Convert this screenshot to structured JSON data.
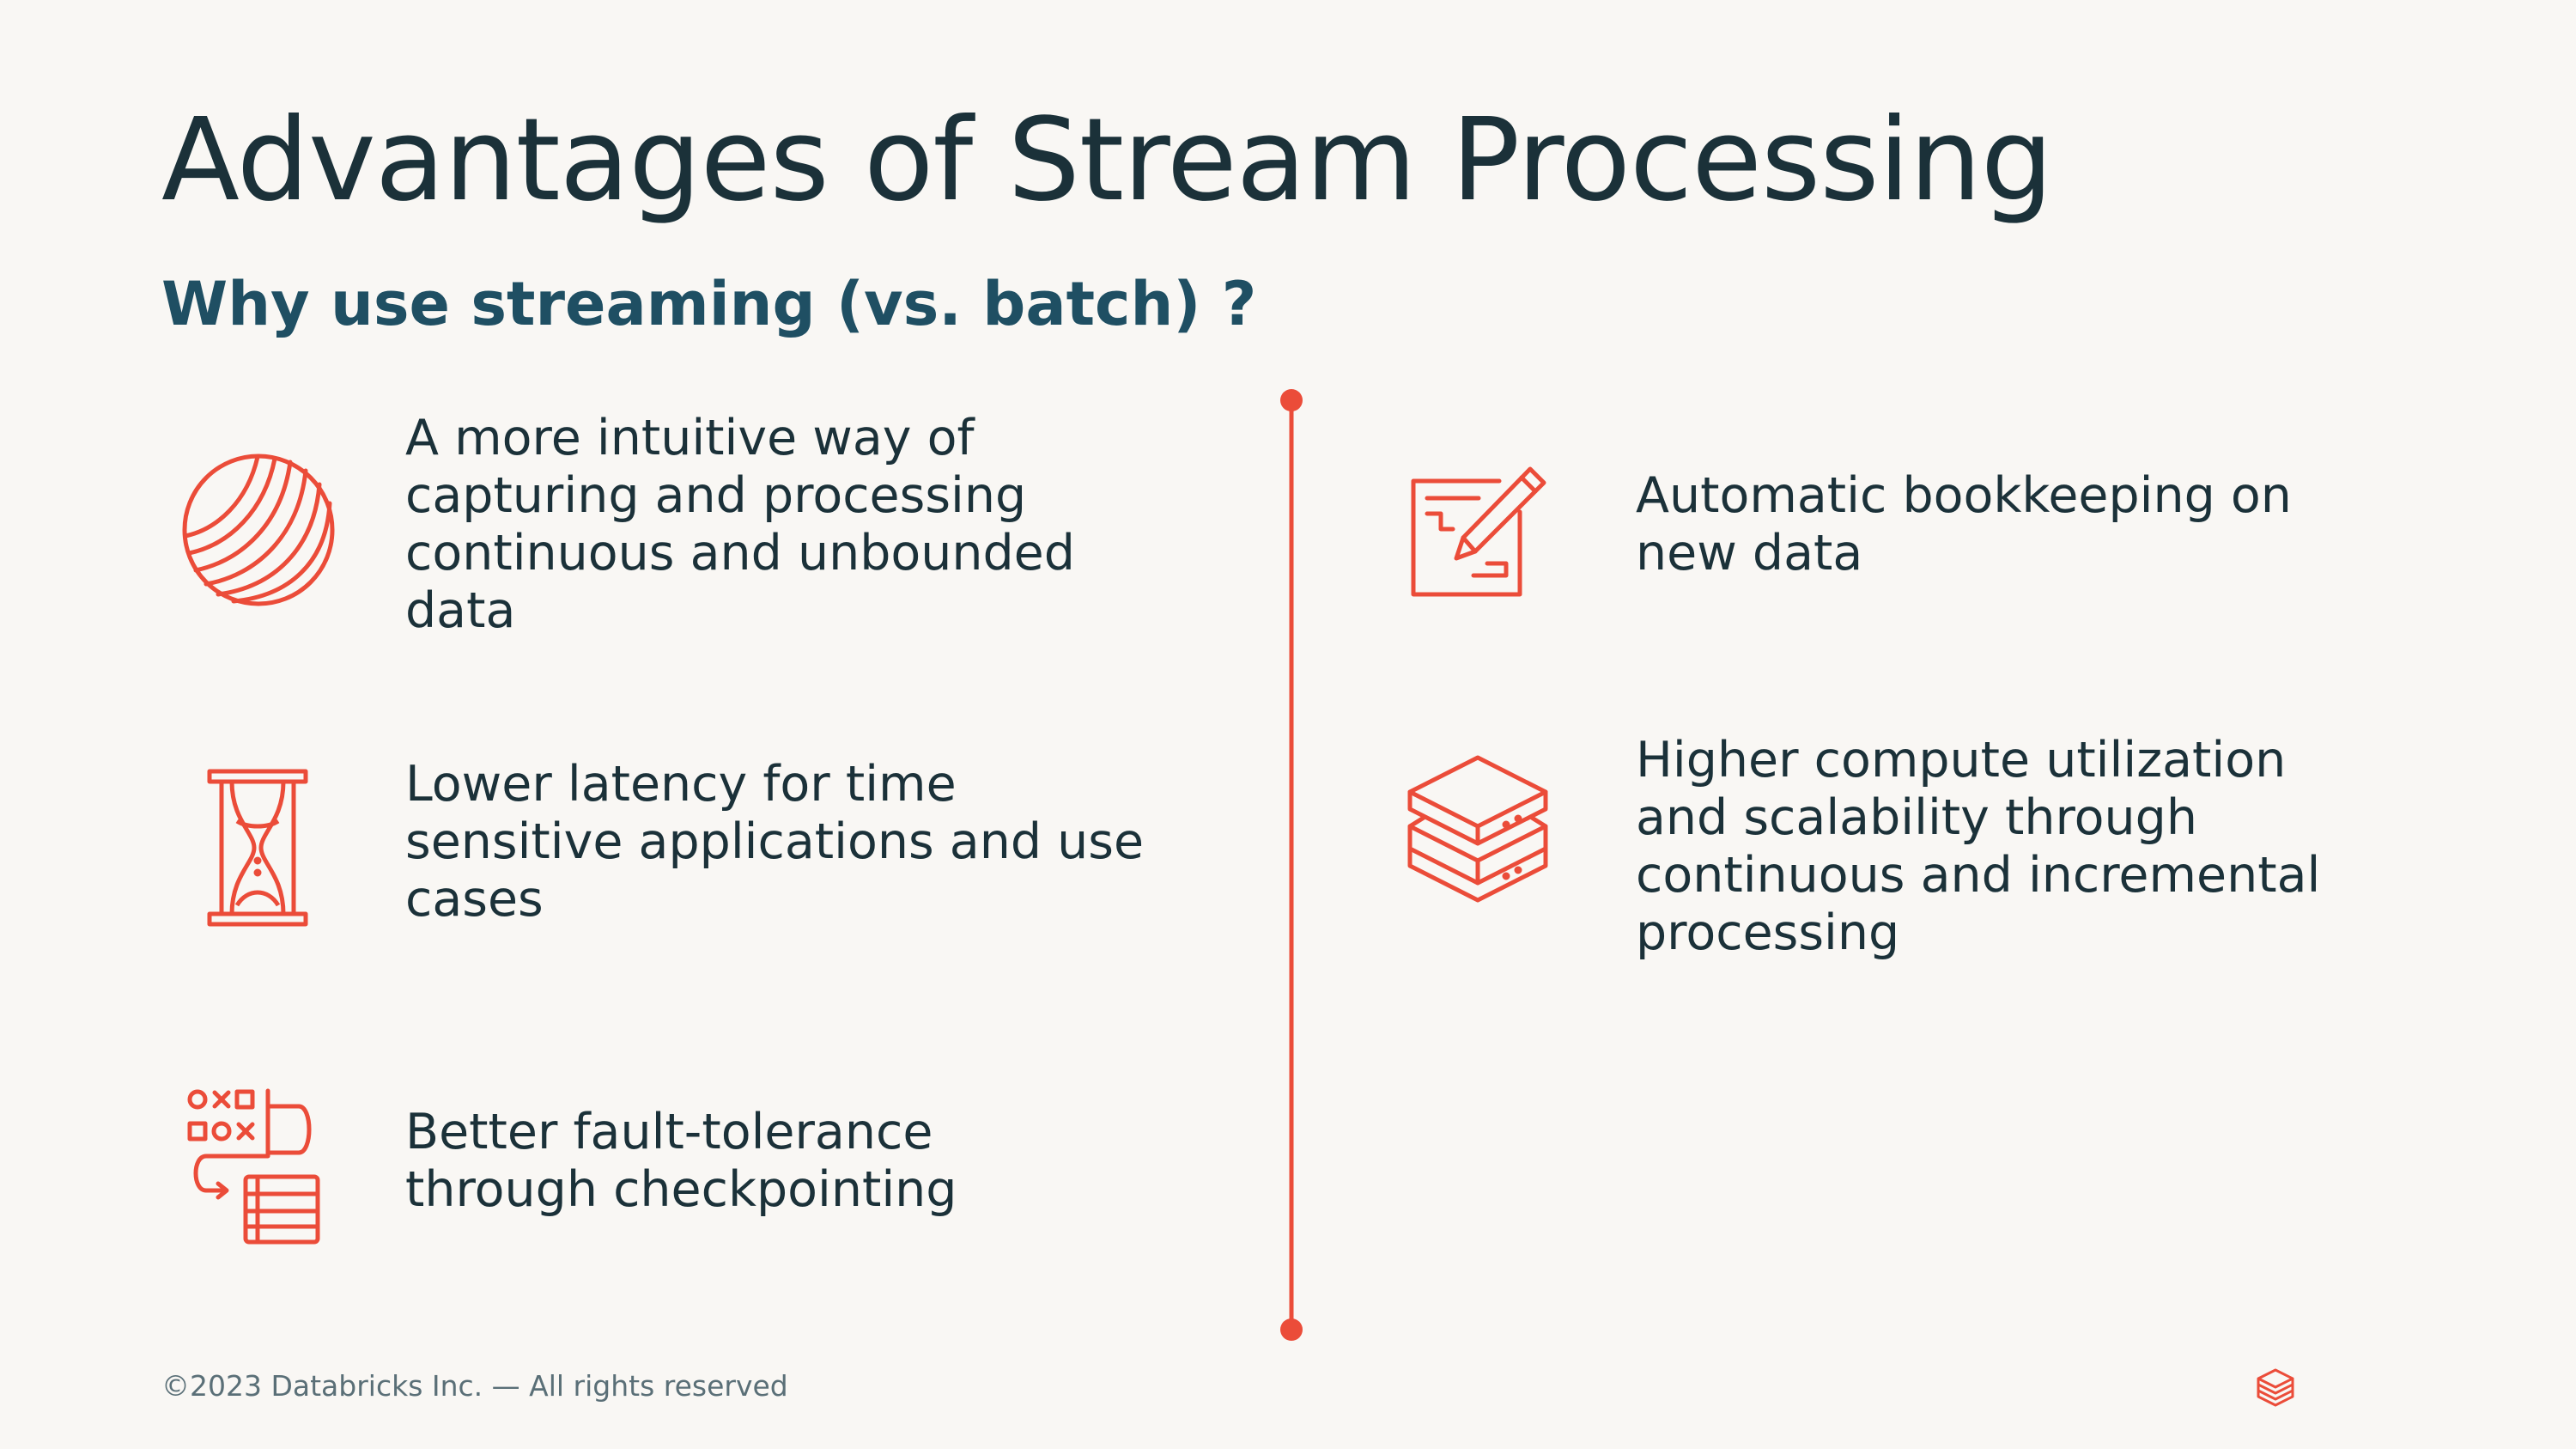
{
  "slide": {
    "title": "Advantages of Stream Processing",
    "subtitle": "Why use streaming (vs. batch) ?",
    "accent_color": "#EB4C39",
    "items_left": [
      {
        "icon": "stream-waves-icon",
        "lines": [
          "A more intuitive way of",
          "capturing and processing",
          "continuous and unbounded",
          "data"
        ]
      },
      {
        "icon": "hourglass-icon",
        "lines": [
          "Lower latency for time",
          "sensitive applications and use",
          "cases"
        ]
      },
      {
        "icon": "checkpoint-flow-icon",
        "lines": [
          "Better fault-tolerance",
          "through checkpointing"
        ]
      }
    ],
    "items_right": [
      {
        "icon": "edit-document-icon",
        "lines": [
          "Automatic bookkeeping on",
          "new data"
        ]
      },
      {
        "icon": "layers-stack-icon",
        "lines": [
          "Higher compute utilization",
          "and scalability through",
          "continuous and incremental",
          "processing"
        ]
      }
    ],
    "footer": "©2023 Databricks Inc. — All rights reserved",
    "logo_icon": "databricks-logo-icon"
  }
}
